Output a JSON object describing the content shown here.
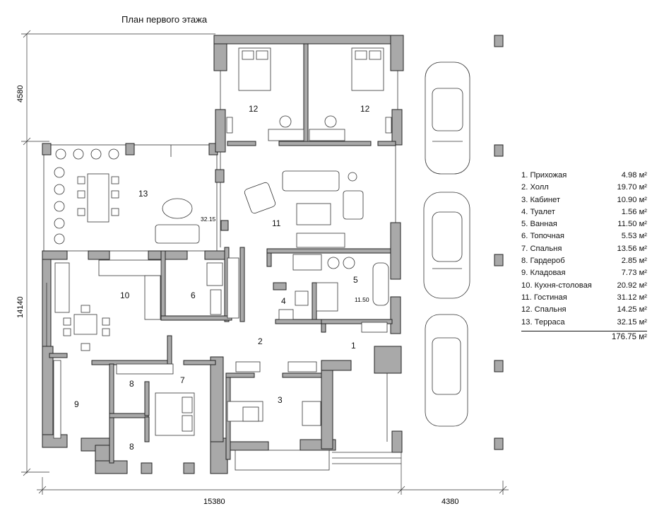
{
  "title": "План первого этажа",
  "dimensions": {
    "top_height": "4580",
    "left_height": "14140",
    "bottom_width": "15380",
    "garage_width": "4380"
  },
  "room_numbers": [
    {
      "id": "r1",
      "label": "1"
    },
    {
      "id": "r2",
      "label": "2"
    },
    {
      "id": "r3",
      "label": "3"
    },
    {
      "id": "r4",
      "label": "4"
    },
    {
      "id": "r5",
      "label": "5"
    },
    {
      "id": "r6",
      "label": "6"
    },
    {
      "id": "r7",
      "label": "7"
    },
    {
      "id": "r8a",
      "label": "8"
    },
    {
      "id": "r8b",
      "label": "8"
    },
    {
      "id": "r9",
      "label": "9"
    },
    {
      "id": "r10",
      "label": "10"
    },
    {
      "id": "r11",
      "label": "11"
    },
    {
      "id": "r12a",
      "label": "12"
    },
    {
      "id": "r12b",
      "label": "12"
    },
    {
      "id": "r13",
      "label": "13"
    }
  ],
  "area_tags": {
    "terrace": "32.15",
    "bath": "11.50"
  },
  "legend": [
    {
      "name": "1. Прихожая",
      "area": "4.98 м²"
    },
    {
      "name": "2. Холл",
      "area": "19.70 м²"
    },
    {
      "name": "3. Кабинет",
      "area": "10.90 м²"
    },
    {
      "name": "4. Туалет",
      "area": "1.56 м²"
    },
    {
      "name": "5. Ванная",
      "area": "11.50 м²"
    },
    {
      "name": "6. Топочная",
      "area": "5.53 м²"
    },
    {
      "name": "7. Спальня",
      "area": "13.56 м²"
    },
    {
      "name": "8. Гардероб",
      "area": "2.85 м²"
    },
    {
      "name": "9. Кладовая",
      "area": "7.73 м²"
    },
    {
      "name": "10. Кухня-столовая",
      "area": "20.92 м²"
    },
    {
      "name": "11. Гостиная",
      "area": "31.12 м²"
    },
    {
      "name": "12. Спальня",
      "area": "14.25 м²"
    },
    {
      "name": "13. Терраса",
      "area": "32.15 м²"
    }
  ],
  "total": "176.75 м²"
}
